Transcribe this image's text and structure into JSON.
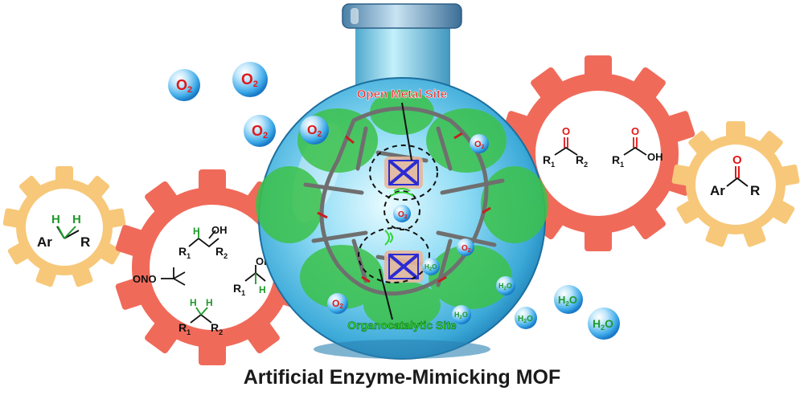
{
  "caption": "Artificial Enzyme-Mimicking MOF",
  "labels": {
    "open_metal_site": "Open Metal Site",
    "organocatalytic_site": "Organocatalytic Site"
  },
  "bubbles": {
    "o2": "O",
    "o2_sub": "2",
    "h2o_h": "H",
    "h2o_sub": "2",
    "h2o_o": "O"
  },
  "gear_left_small": {
    "h1": "H",
    "h2": "H",
    "ar": "Ar",
    "r": "R"
  },
  "gear_left_large": {
    "top_h": "H",
    "top_oh": "OH",
    "top_r1": "R",
    "top_r1_sub": "1",
    "top_r2": "R",
    "top_r2_sub": "2",
    "mid_ono": "ONO",
    "mid_oh": "OH",
    "mid_r1": "R",
    "mid_r1_sub": "1",
    "mid_h": "H",
    "bot_h1": "H",
    "bot_h2": "H",
    "bot_r1": "R",
    "bot_r1_sub": "1",
    "bot_r2": "R",
    "bot_r2_sub": "2"
  },
  "gear_right_large": {
    "o1": "O",
    "r1": "R",
    "r1_sub": "1",
    "r2": "R",
    "r2_sub": "2",
    "o2": "O",
    "r1b": "R",
    "r1b_sub": "1",
    "oh": "OH"
  },
  "gear_right_small": {
    "o": "O",
    "ar": "Ar",
    "r": "R"
  },
  "colors": {
    "gear_orange": "#f7c87a",
    "gear_red": "#f06a5a",
    "flask_blue": "#5ec3ea",
    "mof_green": "#3cc24a",
    "label_red": "#e0201f",
    "label_green": "#2fd52f",
    "bubble_blue": "#3aa8e8",
    "o2_text": "#e01818",
    "h2o_text": "#1c9a2a",
    "h_green": "#1f9a2a",
    "o_red": "#e01818"
  }
}
